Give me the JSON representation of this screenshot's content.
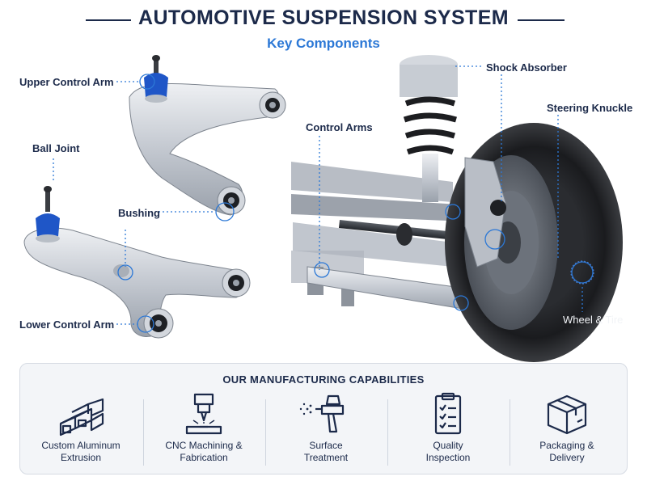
{
  "header": {
    "title": "AUTOMOTIVE SUSPENSION SYSTEM",
    "subtitle": "Key Components"
  },
  "components": {
    "upper_control_arm": "Upper Control Arm",
    "ball_joint": "Ball Joint",
    "bushing": "Bushing",
    "lower_control_arm": "Lower Control Arm",
    "shock_absorber": "Shock Absorber",
    "control_arms": "Control Arms",
    "steering_knuckle": "Steering Knuckle",
    "wheel_tire": "Wheel & Tire"
  },
  "capabilities": {
    "title": "OUR MANUFACTURING CAPABILITIES",
    "items": [
      {
        "line1": "Custom Aluminum",
        "line2": "Extrusion",
        "icon": "aluminum-extrusion-icon"
      },
      {
        "line1": "CNC Machining &",
        "line2": "Fabrication",
        "icon": "cnc-machine-icon"
      },
      {
        "line1": "Surface",
        "line2": "Treatment",
        "icon": "spray-gun-icon"
      },
      {
        "line1": "Quality",
        "line2": "Inspection",
        "icon": "clipboard-checklist-icon"
      },
      {
        "line1": "Packaging &",
        "line2": "Delivery",
        "icon": "package-box-icon"
      }
    ]
  },
  "colors": {
    "navy": "#1c2a4a",
    "accent_blue": "#2c78d6",
    "ball_joint_blue": "#1f56c7",
    "aluminum": "#c9ced6"
  }
}
